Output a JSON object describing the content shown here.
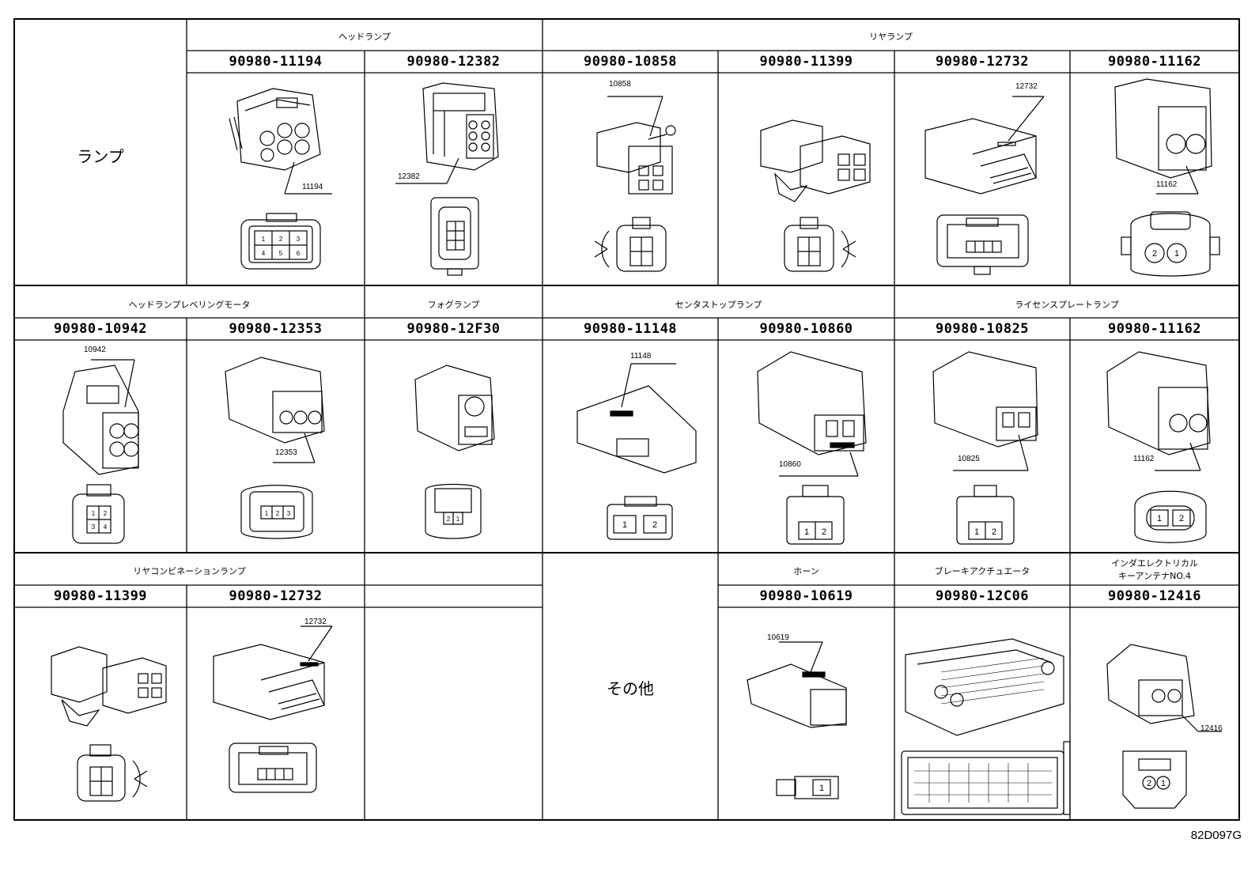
{
  "section_label": "ランプ",
  "other_label": "その他",
  "diagram_code": "82D097G",
  "row1": {
    "groups": [
      "ヘッドランプ",
      "リヤランプ"
    ],
    "parts": [
      "90980-11194",
      "90980-12382",
      "90980-10858",
      "90980-11399",
      "90980-12732",
      "90980-11162"
    ],
    "callouts": [
      "11194",
      "12382",
      "10858",
      "12732",
      "11162"
    ]
  },
  "row2": {
    "groups": [
      "ヘッドランプレベリングモータ",
      "フォグランプ",
      "センタストップランプ",
      "ライセンスプレートランプ"
    ],
    "parts": [
      "90980-10942",
      "90980-12353",
      "90980-12F30",
      "90980-11148",
      "90980-10860",
      "90980-10825",
      "90980-11162"
    ],
    "callouts": [
      "10942",
      "12353",
      "11148",
      "10860",
      "10825",
      "11162"
    ]
  },
  "row3": {
    "groups": [
      "リヤコンビネーションランプ",
      "ホーン",
      "ブレーキアクチュエータ",
      "インダエレクトリカル",
      "キーアンテナNO.4"
    ],
    "parts": [
      "90980-11399",
      "90980-12732",
      "90980-10619",
      "90980-12C06",
      "90980-12416"
    ],
    "callouts": [
      "12732",
      "10619",
      "12416"
    ]
  },
  "pin_labels": {
    "p1": "1",
    "p2": "2",
    "p3": "3",
    "p4": "4",
    "p5": "5",
    "p6": "6"
  }
}
